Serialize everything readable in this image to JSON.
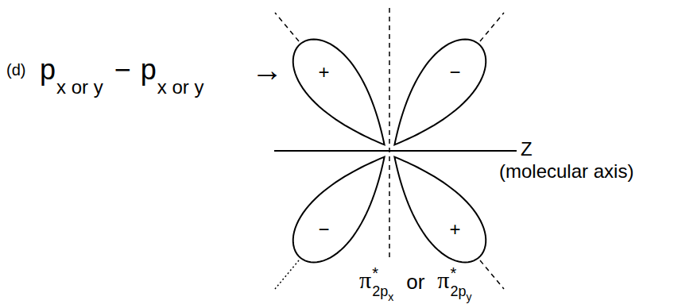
{
  "diagram": {
    "nodes": [
      {
        "text": [
          "+"
        ]
      },
      {
        "text": [
          "−"
        ]
      },
      {
        "text": [
          "−"
        ]
      },
      {
        "text": [
          "+"
        ]
      }
    ],
    "labels": [
      "(d)",
      "p",
      "x or y",
      "−",
      "p",
      "x or y",
      "→",
      "Z",
      "(molecular axis)",
      "π",
      "*",
      "2p",
      "x",
      "or",
      "π",
      "*",
      "2p",
      "y"
    ]
  }
}
